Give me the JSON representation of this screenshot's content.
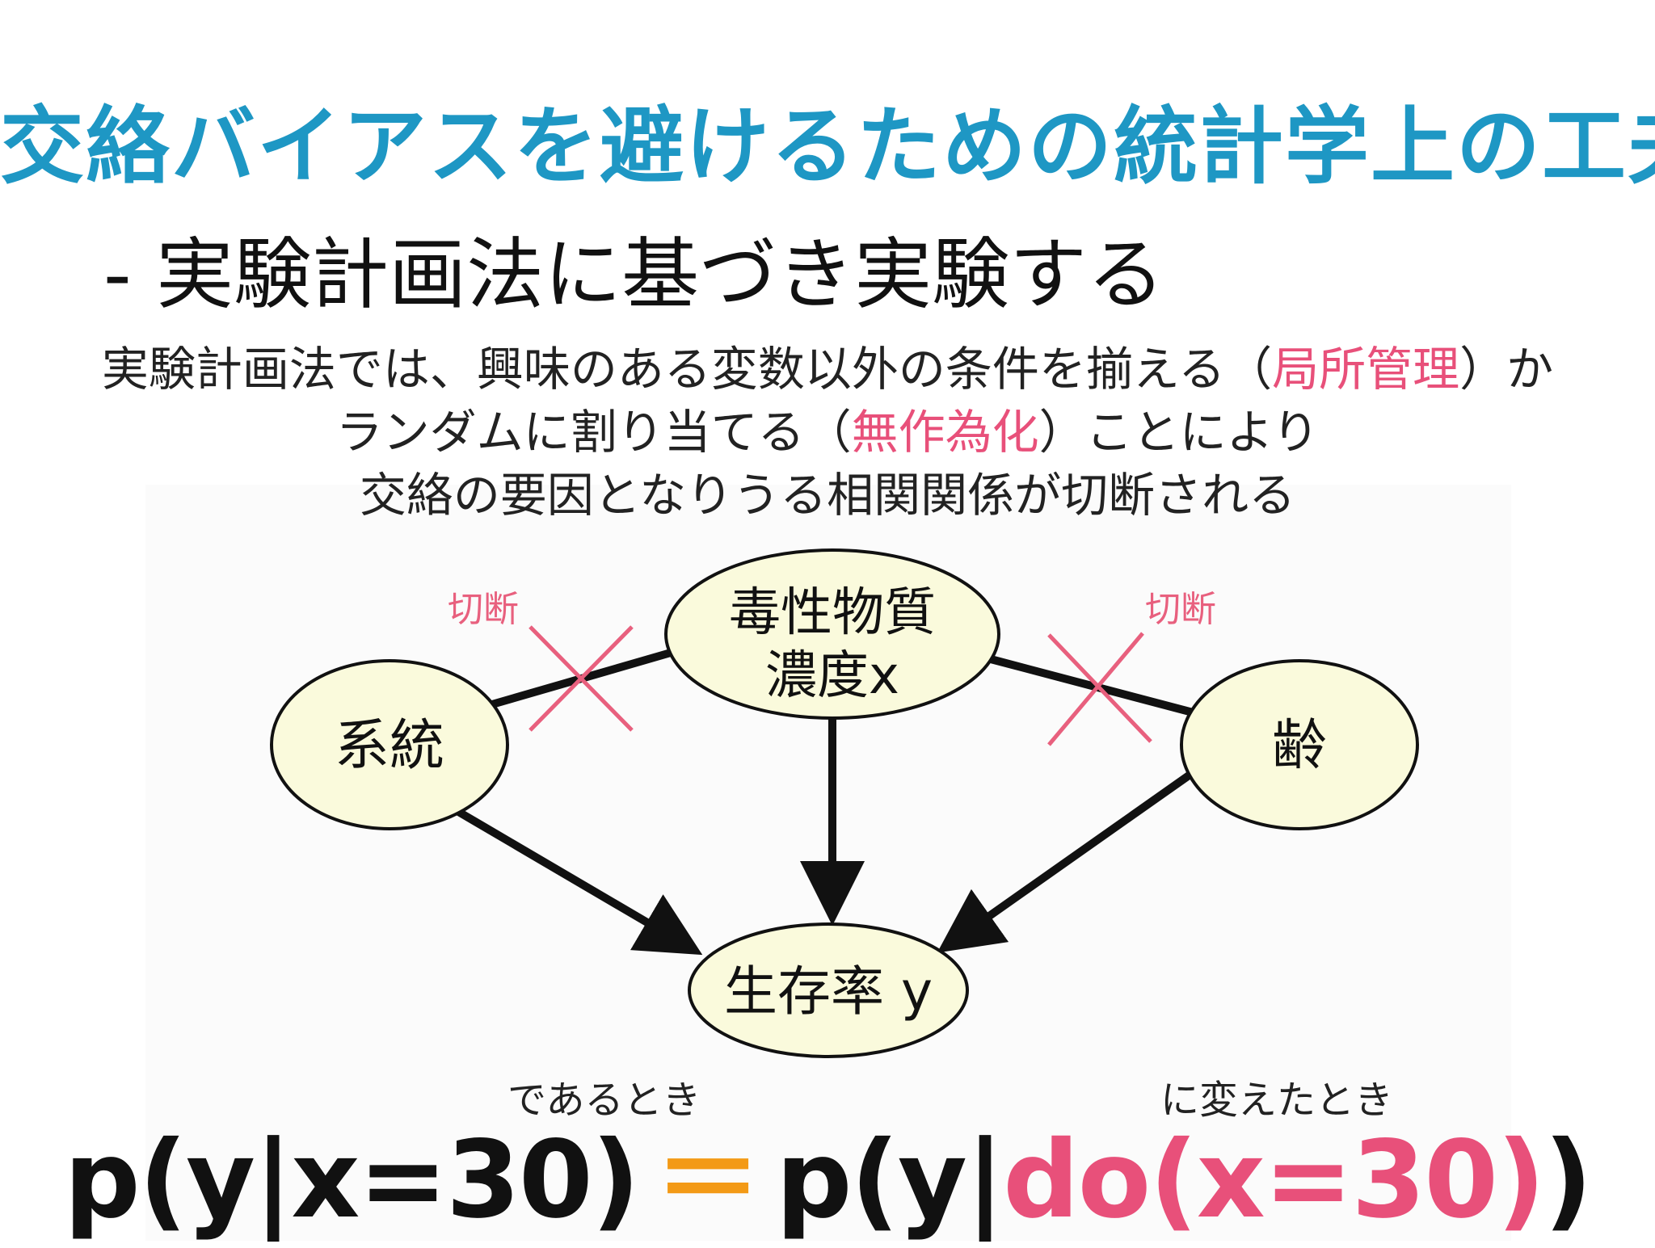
{
  "title": "交絡バイアスを避けるための統計学上の工夫",
  "subtitle": "- 実験計画法に基づき実験する",
  "paragraph": {
    "line1_pre": "実験計画法では、興味のある変数以外の条件を揃える（",
    "line1_hl": "局所管理",
    "line1_post": "）か",
    "line2_pre": "ランダムに割り当てる（",
    "line2_hl": "無作為化",
    "line2_post": "）ことにより",
    "line3": "交絡の要因となりうる相関関係が切断される"
  },
  "diagram": {
    "nodes": {
      "toxin_line1": "毒性物質",
      "toxin_line2": "濃度x",
      "strain": "系統",
      "age": "齢",
      "survival": "生存率 y"
    },
    "cut_label_left": "切断",
    "cut_label_right": "切断"
  },
  "formula": {
    "annot_left": "であるとき",
    "annot_right": "に変えたとき",
    "lhs": "p(y|x=30)",
    "eq": "＝",
    "rhs_pre": "p(y|",
    "rhs_do": "do(x=30)",
    "rhs_post": ")"
  },
  "colors": {
    "title": "#1e97c4",
    "accent": "#e8507a",
    "equals": "#f39a16",
    "node_fill": "#fafadc",
    "edge": "#111111"
  }
}
